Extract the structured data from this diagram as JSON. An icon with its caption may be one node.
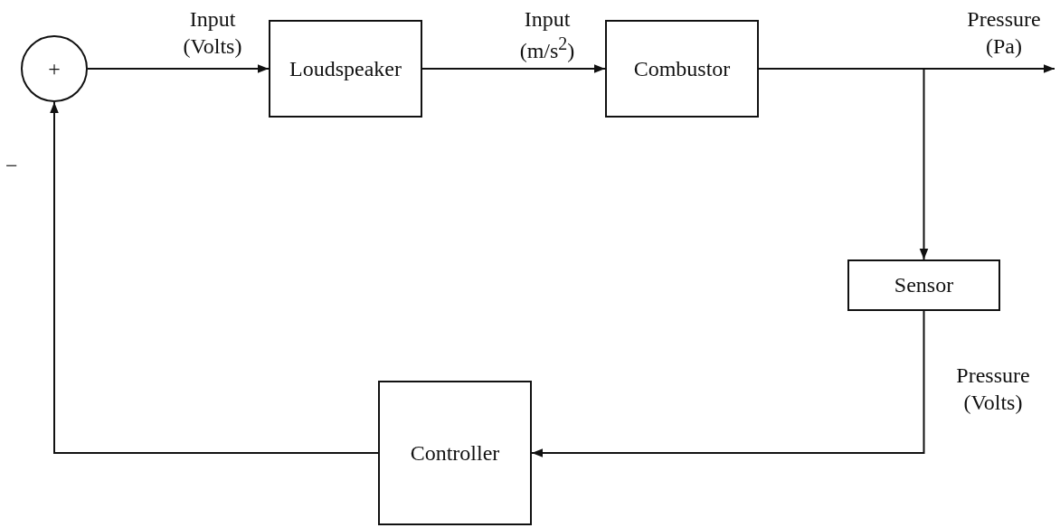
{
  "diagram": {
    "nodes": [
      {
        "text": [
          "+"
        ]
      },
      {
        "text": [
          "Loudspeaker"
        ]
      },
      {
        "text": [
          "Combustor"
        ]
      },
      {
        "text": [
          "Sensor"
        ]
      },
      {
        "text": [
          "Controller"
        ]
      }
    ],
    "edges": [
      {
        "from": 0,
        "to": 1,
        "arrow": "to",
        "label": "Input (Volts)"
      },
      {
        "from": 1,
        "to": 2,
        "arrow": "to",
        "label": "Input (m/s$^{2}$)"
      },
      {
        "from": 2,
        "to": null,
        "arrow": "to",
        "label": "Pressure (Pa)"
      },
      {
        "from": 2,
        "to": 3,
        "arrow": "to"
      },
      {
        "from": 3,
        "to": 4,
        "arrow": "to",
        "label": "Pressure (Volts)"
      },
      {
        "from": 4,
        "to": 0,
        "arrow": "to"
      }
    ],
    "labels": [
      "−"
    ]
  }
}
